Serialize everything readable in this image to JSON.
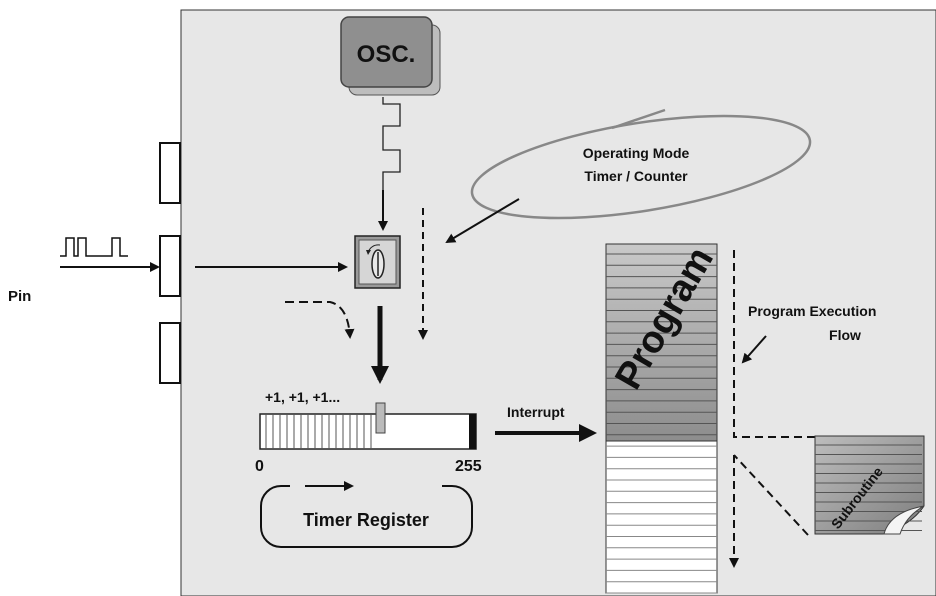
{
  "labels": {
    "osc": "OSC.",
    "pin": "Pin",
    "operating_mode_line1": "Operating Mode",
    "operating_mode_line2": "Timer / Counter",
    "register_increment": "+1, +1, +1...",
    "register_min": "0",
    "register_max": "255",
    "interrupt": "Interrupt",
    "timer_register": "Timer Register",
    "program": "Program",
    "program_execution_line1": "Program Execution",
    "program_execution_line2": "Flow",
    "subroutine": "Subroutine"
  },
  "colors": {
    "panel_bg": "#e7e7e7",
    "osc_box": "#8f8f8f",
    "program_block": "#a9a9a9",
    "outline": "#222222"
  }
}
